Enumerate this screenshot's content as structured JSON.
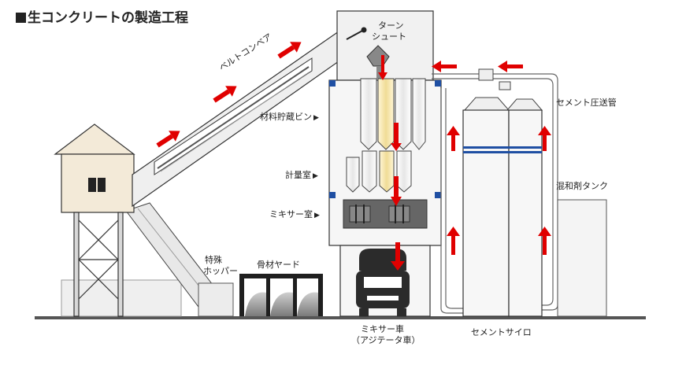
{
  "title": "生コンクリートの製造工程",
  "labels": {
    "belt_conveyor": "ベルトコンベア",
    "turn_chute_line1": "ターン",
    "turn_chute_line2": "シュート",
    "material_bin": "材料貯蔵ビン",
    "weighing_room": "計量室",
    "mixer_room": "ミキサー室",
    "cement_pipe": "セメント圧送管",
    "admixture_tank": "混和剤タンク",
    "special_hopper_line1": "特殊",
    "special_hopper_line2": "ホッパー",
    "aggregate_yard": "骨材ヤード",
    "mixer_truck_line1": "ミキサー車",
    "mixer_truck_line2": "（アジテータ車）",
    "cement_silo": "セメントサイロ"
  },
  "pointer_glyph": "▶",
  "colors": {
    "arrow_red": "#e00000",
    "building_tan": "#f3ead8",
    "structure_gray": "#cfcfcf",
    "outline": "#333333",
    "blue_band": "#1f4fa3",
    "bin_yellow": "#f2e3a6",
    "mixer_dark": "#666666",
    "truck_dark": "#2b2b2b",
    "ground": "#555555",
    "aggregate_gray": "#8c8c8c"
  }
}
